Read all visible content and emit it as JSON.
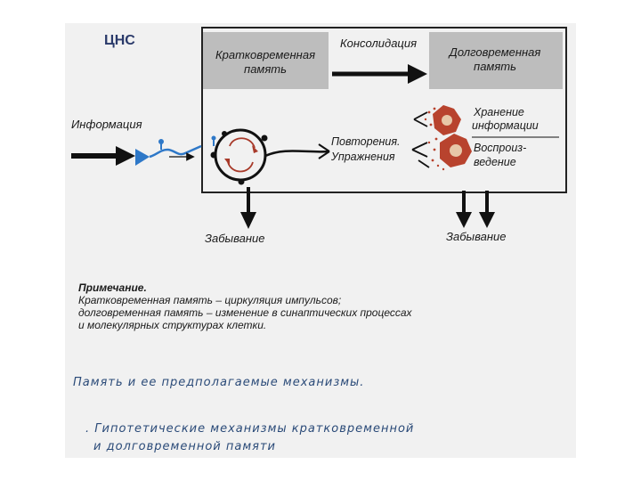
{
  "title": "ЦНС",
  "boxes": {
    "short_term_l1": "Кратковременная",
    "short_term_l2": "память",
    "long_term_l1": "Долговременная",
    "long_term_l2": "память",
    "consolidation": "Консолидация"
  },
  "labels": {
    "information": "Информация",
    "repetition_l1": "Повторения.",
    "repetition_l2": "Упражнения",
    "storage_l1": "Хранение",
    "storage_l2": "информации",
    "recall_l1": "Воспроиз-",
    "recall_l2": "ведение",
    "forgetting_left": "Забывание",
    "forgetting_right": "Забывание"
  },
  "note": {
    "heading": "Примечание.",
    "line1": "Кратковременная память – циркуляция импульсов;",
    "line2": "долговременная память – изменение в синаптических процессах",
    "line3": "и молекулярных структурах клетки."
  },
  "captions": {
    "main": "Память и ее предполагаемые механизмы.",
    "sub_l1": ". Гипотетические механизмы кратковременной",
    "sub_l2": "и долговременной памяти"
  },
  "colors": {
    "neuron_blue": "#2e78c8",
    "loop_red": "#a83a2a",
    "cell_red": "#b8432e",
    "box_gray": "#bdbdbd"
  }
}
